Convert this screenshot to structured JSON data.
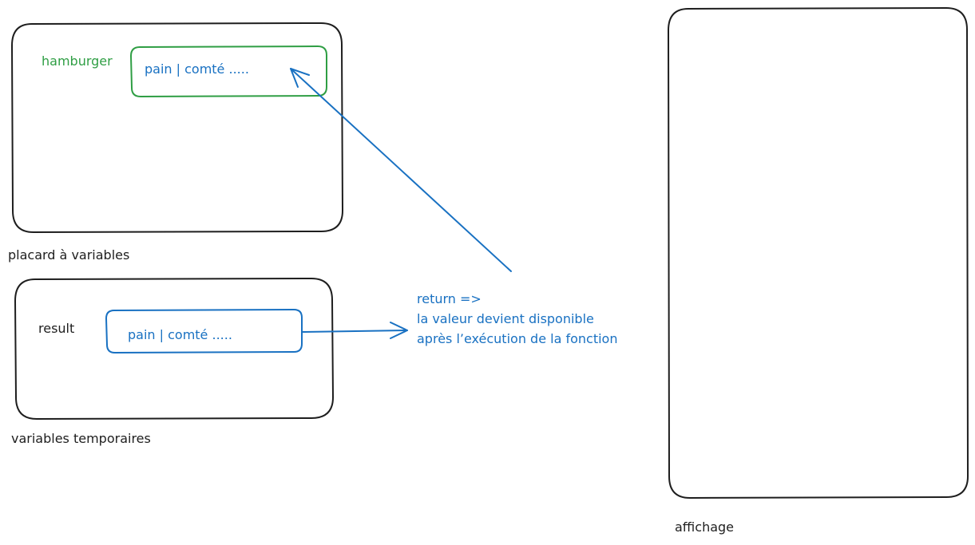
{
  "placard": {
    "caption": "placard à variables",
    "variable_name": "hamburger",
    "variable_value": "pain | comté ....."
  },
  "temporaires": {
    "caption": "variables temporaires",
    "variable_name": "result",
    "variable_value": "pain | comté ....."
  },
  "affichage": {
    "caption": "affichage"
  },
  "return_note": {
    "line1": "return =>",
    "line2": "la valeur devient disponible",
    "line3": "après l’exécution de la fonction"
  },
  "colors": {
    "stroke": "#1e1e1e",
    "green": "#2f9e44",
    "blue": "#1971c2"
  }
}
